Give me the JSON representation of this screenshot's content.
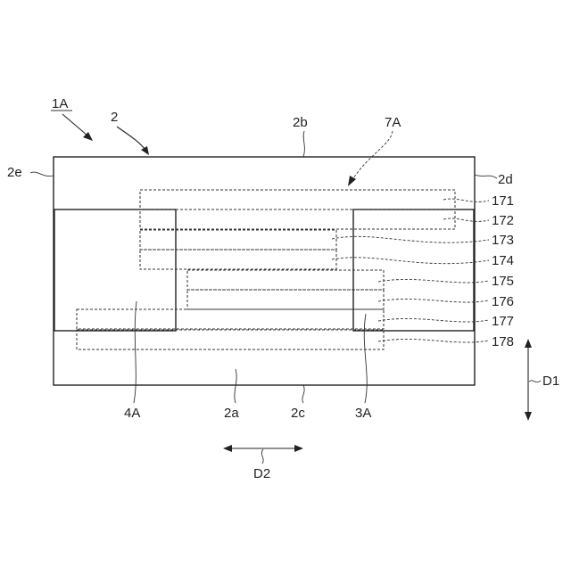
{
  "figure": {
    "label_1A": "1A",
    "label_2": "2",
    "label_2b": "2b",
    "label_7A": "7A",
    "label_2e": "2e",
    "label_2d": "2d",
    "layer_labels": [
      "171",
      "172",
      "173",
      "174",
      "175",
      "176",
      "177",
      "178"
    ],
    "label_4A": "4A",
    "label_2a": "2a",
    "label_2c": "2c",
    "label_3A": "3A",
    "label_D1": "D1",
    "label_D2": "D2"
  }
}
